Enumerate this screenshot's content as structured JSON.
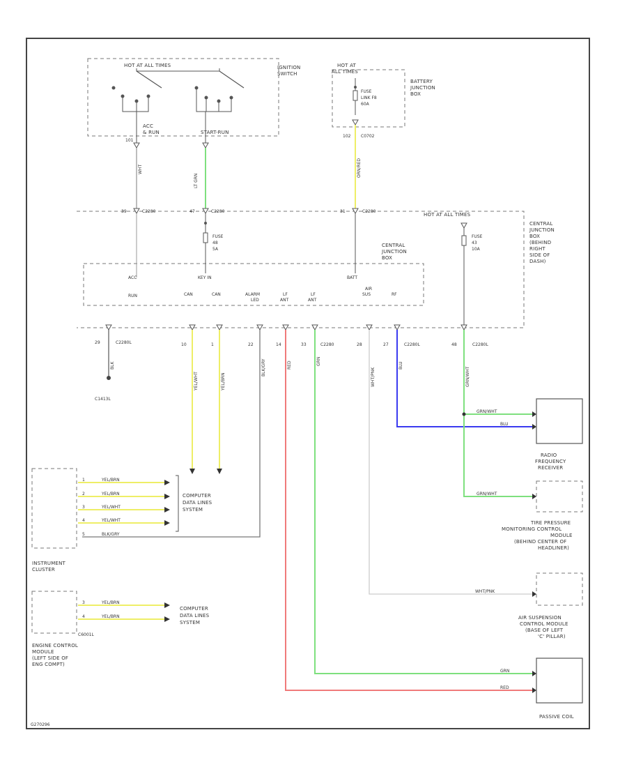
{
  "components": {
    "ignition_switch": {
      "label_lines": [
        "IGNITION",
        "SWITCH"
      ],
      "header": "HOT AT ALL TIMES",
      "out_acc": "ACC",
      "out_acc2": "& RUN",
      "out_key": "START-RUN"
    },
    "battery_junction_box": {
      "label_lines": [
        "BATTERY",
        "JUNCTION",
        "BOX"
      ],
      "header_lines": [
        "HOT AT",
        "ALL TIMES"
      ],
      "fuse_lines": [
        "FUSE",
        "LINK F8",
        "60A"
      ],
      "connector": "C0702"
    },
    "central_junction_box": {
      "label_lines": [
        "CENTRAL",
        "JUNCTION",
        "BOX",
        "(BEHIND",
        "RIGHT",
        "SIDE OF",
        "DASH)"
      ],
      "inner_label": [
        "CENTRAL",
        "JUNCTION",
        "BOX"
      ],
      "header": "HOT AT ALL TIMES",
      "fuse_a": [
        "FUSE",
        "48",
        "5A"
      ],
      "fuse_b": [
        "FUSE",
        "43",
        "10A"
      ],
      "connector": "C2280"
    },
    "instrument_cluster": {
      "label_lines": [
        "INSTRUMENT",
        "CLUSTER"
      ]
    },
    "engine_control_module": {
      "label_lines": [
        "ENGINE CONTROL",
        "MODULE",
        "(LEFT SIDE OF",
        "ENG COMPT)"
      ],
      "connector": "C6001L"
    },
    "rf_receiver": {
      "label_lines": [
        "RADIO",
        "FREQUENCY",
        "RECEIVER"
      ]
    },
    "tpms_module": {
      "label_lines": [
        "TIRE PRESSURE",
        "MONITORING CONTROL",
        "MODULE",
        "(BEHIND CENTER OF",
        "HEADLINER)"
      ]
    },
    "air_suspension": {
      "label_lines": [
        "AIR SUSPENSION",
        "CONTROL MODULE",
        "(BASE OF LEFT",
        "'C' PILLAR)"
      ]
    },
    "passive_coil": {
      "label_lines": [
        "PASSIVE COIL"
      ]
    },
    "computer_data_lines_1": {
      "label_lines": [
        "COMPUTER",
        "DATA LINES",
        "SYSTEM"
      ]
    },
    "computer_data_lines_2": {
      "label_lines": [
        "COMPUTER",
        "DATA LINES",
        "SYSTEM"
      ]
    }
  },
  "cjb_pins": {
    "acc": "ACC",
    "acc2": "RUN",
    "key": "KEY IN",
    "batt": "BATT",
    "can1": "CAN",
    "can2": "CAN",
    "alarm": [
      "ALARM",
      "LED"
    ],
    "lf": [
      "LF",
      "ANT"
    ],
    "lf2": [
      "LF",
      "ANT"
    ],
    "air": [
      "AIR",
      "SUS"
    ],
    "rf": "RF"
  },
  "connectors": {
    "acc": {
      "pin": "39",
      "conn": "C2280"
    },
    "key": {
      "pin": "47",
      "conn": "C2280"
    },
    "batt": {
      "pin": "31",
      "conn": "C2280"
    },
    "ign_pin": "101",
    "batt_pin": "102",
    "g29": {
      "pin": "29",
      "conn": "C2280L"
    },
    "p10": "10",
    "p1": "1",
    "p22": "22",
    "p14": "14",
    "p33": {
      "pin": "33",
      "conn": "C2280"
    },
    "p28": "28",
    "p27": {
      "pin": "27",
      "conn": "C2280L"
    },
    "p48": {
      "pin": "48",
      "conn": "C2280L"
    },
    "ground": "C1413L"
  },
  "wire_labels": {
    "w_acc": "WHT",
    "w_key": "LT GRN",
    "w_batt": "ORN/RED",
    "w_gnd": "BLK",
    "w_can1": "YEL/WHT",
    "w_can2": "YEL/BRN",
    "w_alarm": "BLK/GRY",
    "w_lf": "RED",
    "w_lf2": "GRN",
    "w_air": "WHT/PNK",
    "w_rf": "BLU",
    "w_48": "GRN/WHT",
    "rf_grn": "GRN/WHT",
    "rf_blu": "BLU",
    "tpms_grn": "GRN/WHT",
    "air_wht": "WHT/PNK",
    "coil_grn": "GRN",
    "coil_red": "RED"
  },
  "cluster_pins": [
    {
      "pin": "1",
      "wire": "YEL/BRN"
    },
    {
      "pin": "2",
      "wire": "YEL/BRN"
    },
    {
      "pin": "3",
      "wire": "YEL/WHT"
    },
    {
      "pin": "4",
      "wire": "YEL/WHT"
    },
    {
      "pin": "5",
      "wire": "BLK/GRY"
    }
  ],
  "ecm_pins": [
    {
      "pin": "3",
      "wire": "YEL/BRN"
    },
    {
      "pin": "4",
      "wire": "YEL/BRN"
    }
  ],
  "footer_code": "G270296",
  "colors": {
    "green": "#7ee07e",
    "yellow": "#eeee66",
    "red": "#f07a7a",
    "blue": "#3a3af0",
    "frame": "#444444"
  }
}
